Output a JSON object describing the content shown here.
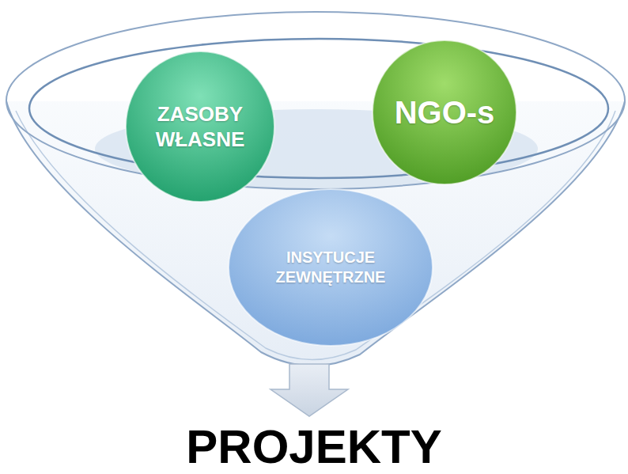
{
  "diagram": {
    "nodes": [
      {
        "text": [
          "ZASOBY WŁASNE"
        ]
      },
      {
        "text": [
          "NGO-s"
        ]
      },
      {
        "text": [
          "INSYTUCJE ZEWNĘTRZNE"
        ]
      }
    ],
    "labels": [
      "PROJEKTY"
    ]
  }
}
